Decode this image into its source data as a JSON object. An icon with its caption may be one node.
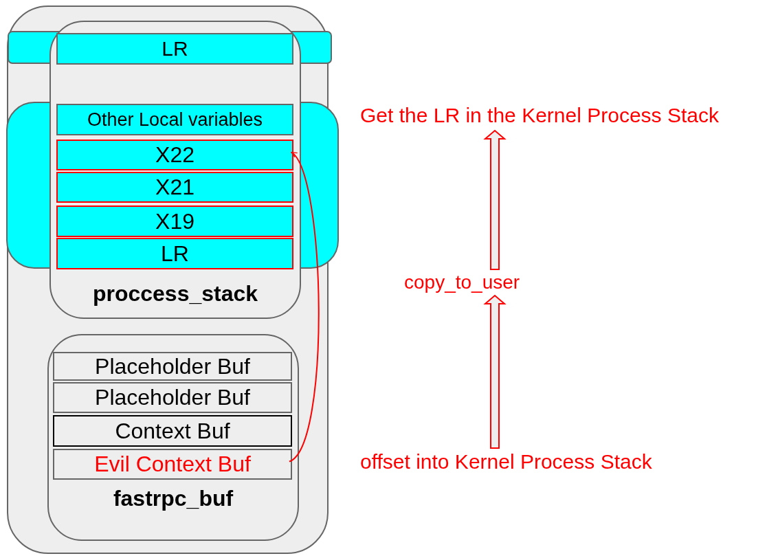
{
  "diagram": {
    "nodes": [
      {
        "text": [],
        "shape": "box"
      },
      {
        "text": [
          "proccess_stack"
        ],
        "in": 0
      },
      {
        "text": [
          "LR"
        ],
        "in": 1
      },
      {
        "text": [
          "Other Local variables"
        ],
        "in": 1
      },
      {
        "text": [
          "X22"
        ],
        "in": 1
      },
      {
        "text": [
          "X21"
        ],
        "in": 1
      },
      {
        "text": [
          "X19"
        ],
        "in": 1
      },
      {
        "text": [
          "LR"
        ],
        "in": 1
      },
      {
        "text": [
          "fastrpc_buf"
        ],
        "in": 0
      },
      {
        "text": [
          "Placeholder Buf"
        ],
        "in": 8
      },
      {
        "text": [
          "Placeholder Buf"
        ],
        "in": 8
      },
      {
        "text": [
          "Context Buf"
        ],
        "in": 8
      },
      {
        "text": [
          "Evil Context Buf"
        ],
        "in": 8
      },
      {
        "text": [
          "Get the LR in the Kernel Process Stack"
        ]
      },
      {
        "text": [
          "copy_to_user"
        ]
      },
      {
        "text": [
          "offset into Kernel Process Stack"
        ]
      }
    ],
    "edges": [
      {
        "from": 12,
        "to": 4,
        "arrow": "to"
      },
      {
        "from": 15,
        "to": 14,
        "arrow": "to"
      },
      {
        "from": 14,
        "to": 13,
        "arrow": "to"
      }
    ]
  }
}
